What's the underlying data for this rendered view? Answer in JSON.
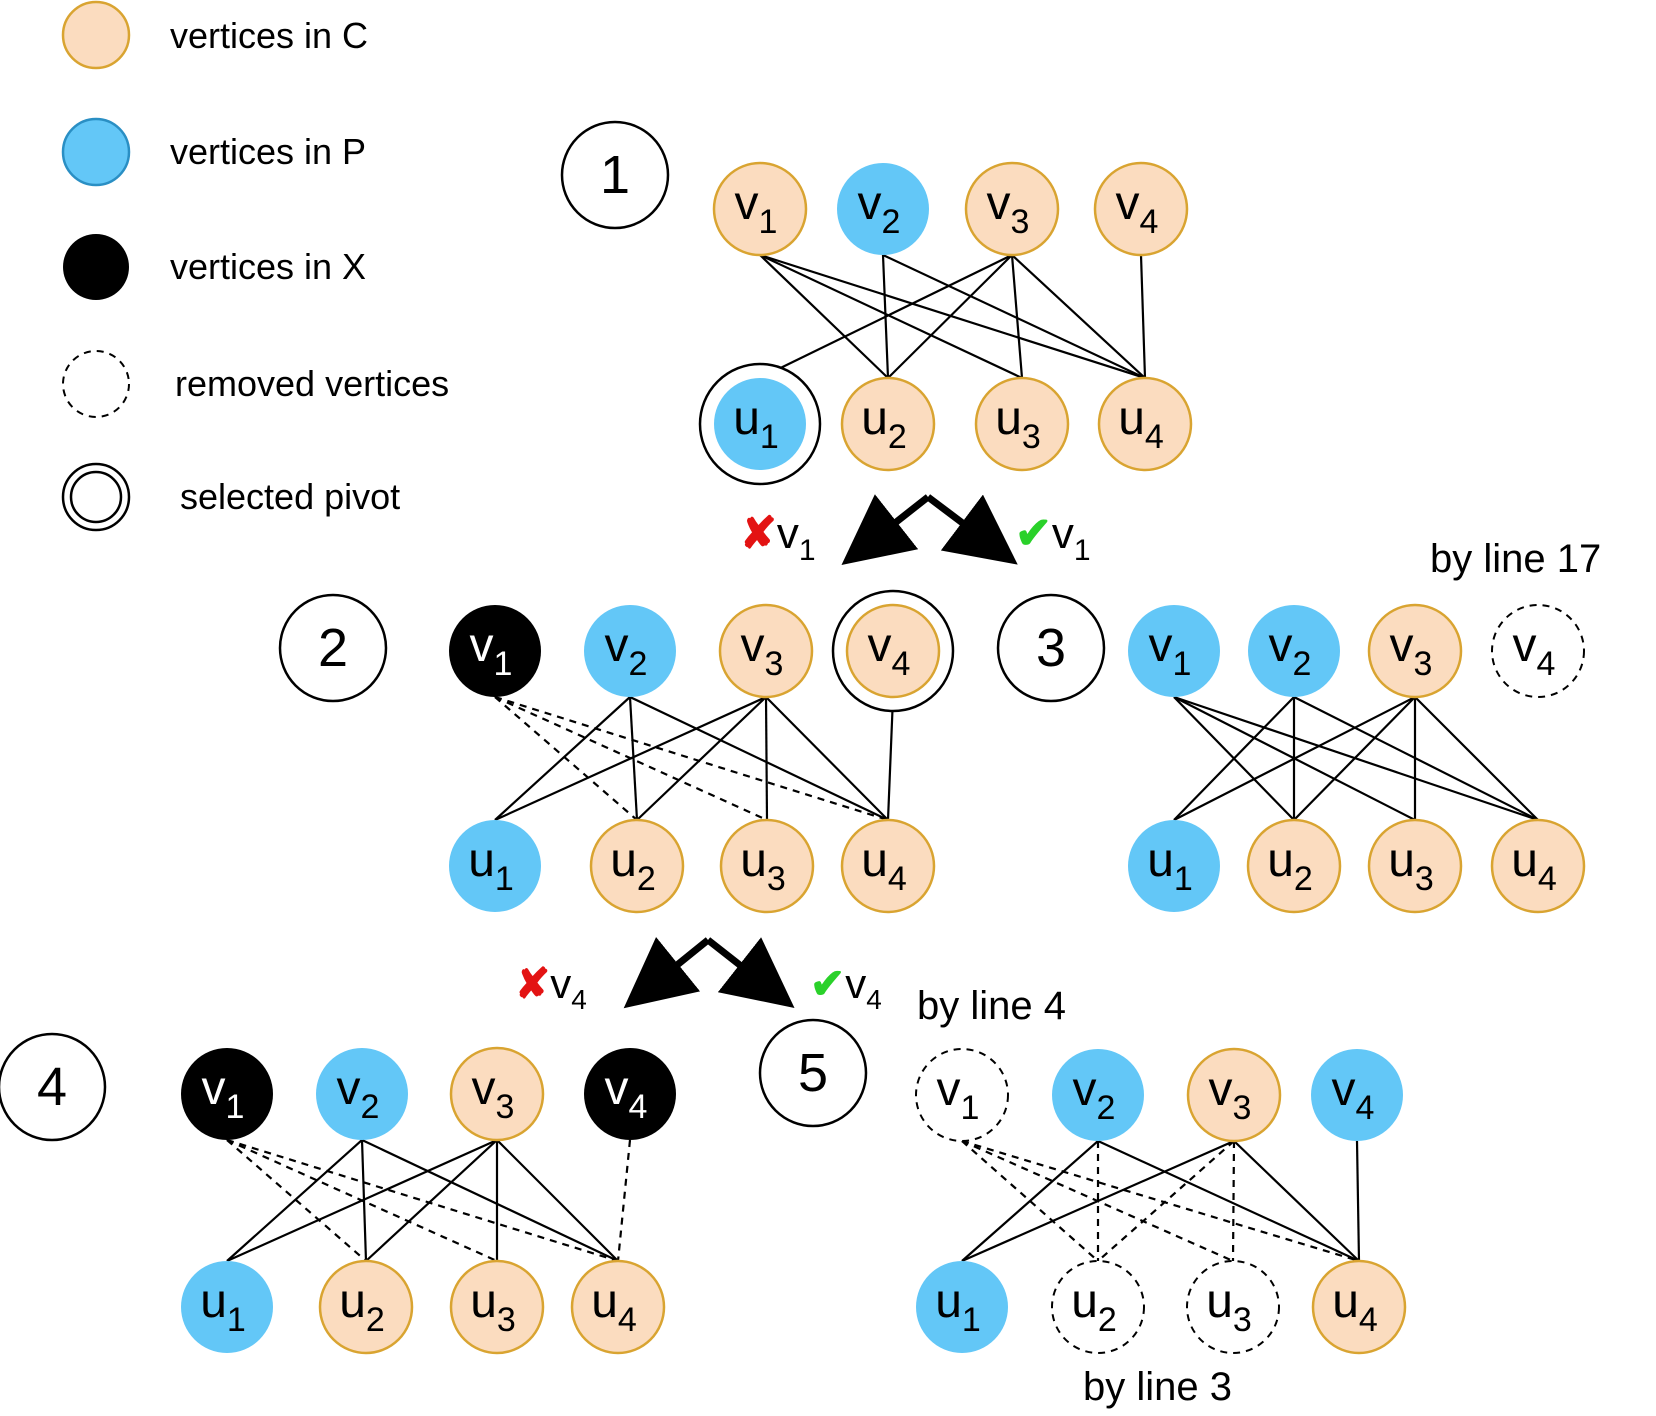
{
  "colors": {
    "C_fill": "#fbdcbf",
    "C_stroke": "#d9a431",
    "P_fill": "#63c7f7",
    "X_fill": "#000000",
    "cross": "#e31313",
    "check": "#2ad12a",
    "edge": "#000000"
  },
  "legend": [
    {
      "kind": "C",
      "label": "vertices in C"
    },
    {
      "kind": "P",
      "label": "vertices in P"
    },
    {
      "kind": "X",
      "label": "vertices in X"
    },
    {
      "kind": "removed",
      "label": "removed vertices"
    },
    {
      "kind": "pivot",
      "label": "selected pivot"
    }
  ],
  "steps": [
    {
      "id": "1",
      "v": [
        {
          "base": "v",
          "sub": "1",
          "kind": "C"
        },
        {
          "base": "v",
          "sub": "2",
          "kind": "P"
        },
        {
          "base": "v",
          "sub": "3",
          "kind": "C"
        },
        {
          "base": "v",
          "sub": "4",
          "kind": "C"
        }
      ],
      "u": [
        {
          "base": "u",
          "sub": "1",
          "kind": "P",
          "pivot": true
        },
        {
          "base": "u",
          "sub": "2",
          "kind": "C"
        },
        {
          "base": "u",
          "sub": "3",
          "kind": "C"
        },
        {
          "base": "u",
          "sub": "4",
          "kind": "C"
        }
      ],
      "edges": [
        [
          "v1",
          "u2",
          "solid"
        ],
        [
          "v1",
          "u3",
          "solid"
        ],
        [
          "v1",
          "u4",
          "solid"
        ],
        [
          "v2",
          "u2",
          "solid"
        ],
        [
          "v2",
          "u4",
          "solid"
        ],
        [
          "v3",
          "u1",
          "solid"
        ],
        [
          "v3",
          "u2",
          "solid"
        ],
        [
          "v3",
          "u3",
          "solid"
        ],
        [
          "v3",
          "u4",
          "solid"
        ],
        [
          "v4",
          "u4",
          "solid"
        ]
      ]
    },
    {
      "id": "2",
      "v": [
        {
          "base": "v",
          "sub": "1",
          "kind": "X"
        },
        {
          "base": "v",
          "sub": "2",
          "kind": "P"
        },
        {
          "base": "v",
          "sub": "3",
          "kind": "C"
        },
        {
          "base": "v",
          "sub": "4",
          "kind": "C",
          "pivot": true
        }
      ],
      "u": [
        {
          "base": "u",
          "sub": "1",
          "kind": "P"
        },
        {
          "base": "u",
          "sub": "2",
          "kind": "C"
        },
        {
          "base": "u",
          "sub": "3",
          "kind": "C"
        },
        {
          "base": "u",
          "sub": "4",
          "kind": "C"
        }
      ],
      "edges": [
        [
          "v1",
          "u2",
          "dashed"
        ],
        [
          "v1",
          "u3",
          "dashed"
        ],
        [
          "v1",
          "u4",
          "dashed"
        ],
        [
          "v2",
          "u1",
          "solid"
        ],
        [
          "v2",
          "u2",
          "solid"
        ],
        [
          "v2",
          "u4",
          "solid"
        ],
        [
          "v3",
          "u1",
          "solid"
        ],
        [
          "v3",
          "u2",
          "solid"
        ],
        [
          "v3",
          "u3",
          "solid"
        ],
        [
          "v3",
          "u4",
          "solid"
        ],
        [
          "v4",
          "u4",
          "solid"
        ]
      ]
    },
    {
      "id": "3",
      "note": "by line 17",
      "v": [
        {
          "base": "v",
          "sub": "1",
          "kind": "P"
        },
        {
          "base": "v",
          "sub": "2",
          "kind": "P"
        },
        {
          "base": "v",
          "sub": "3",
          "kind": "C"
        },
        {
          "base": "v",
          "sub": "4",
          "kind": "removed"
        }
      ],
      "u": [
        {
          "base": "u",
          "sub": "1",
          "kind": "P"
        },
        {
          "base": "u",
          "sub": "2",
          "kind": "C"
        },
        {
          "base": "u",
          "sub": "3",
          "kind": "C"
        },
        {
          "base": "u",
          "sub": "4",
          "kind": "C"
        }
      ],
      "edges": [
        [
          "v1",
          "u2",
          "solid"
        ],
        [
          "v1",
          "u3",
          "solid"
        ],
        [
          "v1",
          "u4",
          "solid"
        ],
        [
          "v2",
          "u1",
          "solid"
        ],
        [
          "v2",
          "u2",
          "solid"
        ],
        [
          "v2",
          "u4",
          "solid"
        ],
        [
          "v3",
          "u1",
          "solid"
        ],
        [
          "v3",
          "u2",
          "solid"
        ],
        [
          "v3",
          "u3",
          "solid"
        ],
        [
          "v3",
          "u4",
          "solid"
        ]
      ]
    },
    {
      "id": "4",
      "v": [
        {
          "base": "v",
          "sub": "1",
          "kind": "X"
        },
        {
          "base": "v",
          "sub": "2",
          "kind": "P"
        },
        {
          "base": "v",
          "sub": "3",
          "kind": "C"
        },
        {
          "base": "v",
          "sub": "4",
          "kind": "X"
        }
      ],
      "u": [
        {
          "base": "u",
          "sub": "1",
          "kind": "P"
        },
        {
          "base": "u",
          "sub": "2",
          "kind": "C"
        },
        {
          "base": "u",
          "sub": "3",
          "kind": "C"
        },
        {
          "base": "u",
          "sub": "4",
          "kind": "C"
        }
      ],
      "edges": [
        [
          "v1",
          "u2",
          "dashed"
        ],
        [
          "v1",
          "u3",
          "dashed"
        ],
        [
          "v1",
          "u4",
          "dashed"
        ],
        [
          "v2",
          "u1",
          "solid"
        ],
        [
          "v2",
          "u2",
          "solid"
        ],
        [
          "v2",
          "u4",
          "solid"
        ],
        [
          "v3",
          "u1",
          "solid"
        ],
        [
          "v3",
          "u2",
          "solid"
        ],
        [
          "v3",
          "u3",
          "solid"
        ],
        [
          "v3",
          "u4",
          "solid"
        ],
        [
          "v4",
          "u4",
          "dashed"
        ]
      ]
    },
    {
      "id": "5",
      "note_top": "by line 4",
      "note_bottom": "by line 3",
      "v": [
        {
          "base": "v",
          "sub": "1",
          "kind": "removed"
        },
        {
          "base": "v",
          "sub": "2",
          "kind": "P"
        },
        {
          "base": "v",
          "sub": "3",
          "kind": "C"
        },
        {
          "base": "v",
          "sub": "4",
          "kind": "P"
        }
      ],
      "u": [
        {
          "base": "u",
          "sub": "1",
          "kind": "P"
        },
        {
          "base": "u",
          "sub": "2",
          "kind": "removed"
        },
        {
          "base": "u",
          "sub": "3",
          "kind": "removed"
        },
        {
          "base": "u",
          "sub": "4",
          "kind": "C"
        }
      ],
      "edges": [
        [
          "v1",
          "u2",
          "dashed"
        ],
        [
          "v1",
          "u3",
          "dashed"
        ],
        [
          "v1",
          "u4",
          "dashed"
        ],
        [
          "v2",
          "u1",
          "solid"
        ],
        [
          "v2",
          "u2",
          "dashed"
        ],
        [
          "v2",
          "u4",
          "solid"
        ],
        [
          "v3",
          "u1",
          "solid"
        ],
        [
          "v3",
          "u2",
          "dashed"
        ],
        [
          "v3",
          "u3",
          "dashed"
        ],
        [
          "v3",
          "u4",
          "solid"
        ],
        [
          "v4",
          "u4",
          "solid"
        ]
      ]
    }
  ],
  "branches": [
    {
      "exclude": {
        "mark": "✘",
        "base": "v",
        "sub": "1"
      },
      "include": {
        "mark": "✔",
        "base": "v",
        "sub": "1"
      }
    },
    {
      "exclude": {
        "mark": "✘",
        "base": "v",
        "sub": "4"
      },
      "include": {
        "mark": "✔",
        "base": "v",
        "sub": "4"
      }
    }
  ]
}
